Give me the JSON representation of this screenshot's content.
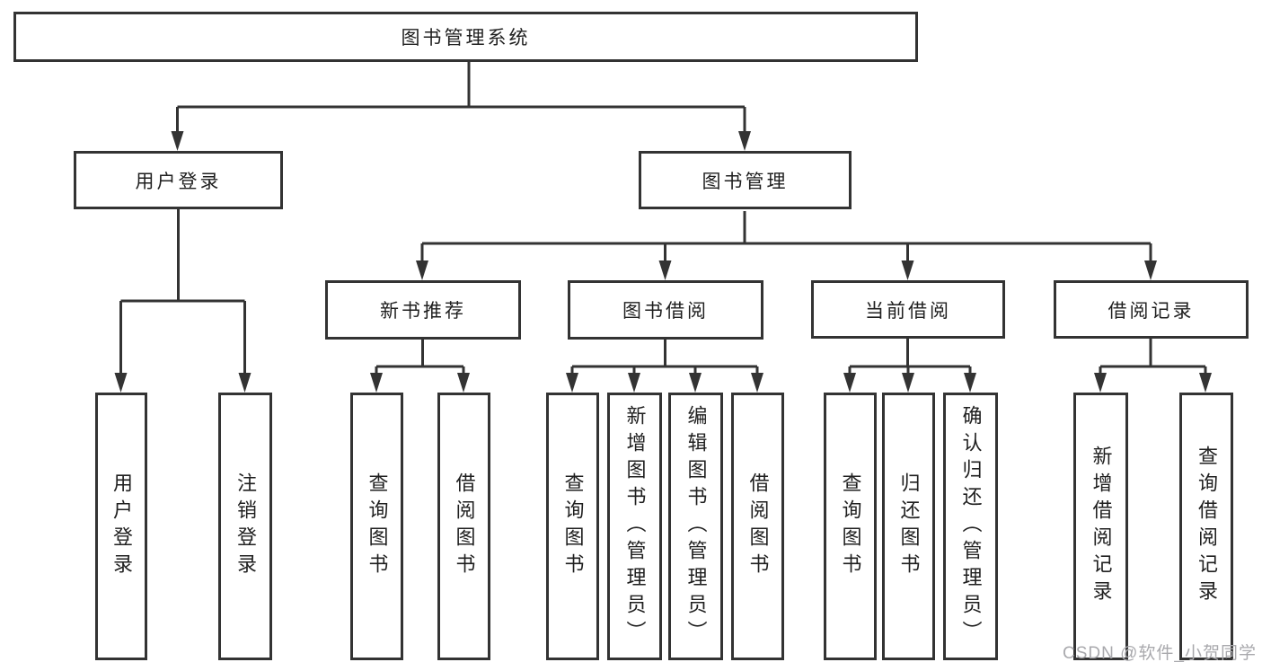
{
  "tree": {
    "label": "图书管理系统",
    "children": [
      {
        "label": "用户登录",
        "children": [
          {
            "label": "用户登录"
          },
          {
            "label": "注销登录"
          }
        ]
      },
      {
        "label": "图书管理",
        "children": [
          {
            "label": "新书推荐",
            "children": [
              {
                "label": "查询图书"
              },
              {
                "label": "借阅图书"
              }
            ]
          },
          {
            "label": "图书借阅",
            "children": [
              {
                "label": "查询图书"
              },
              {
                "label": "新增图书（管理员）"
              },
              {
                "label": "编辑图书（管理员）"
              },
              {
                "label": "借阅图书"
              }
            ]
          },
          {
            "label": "当前借阅",
            "children": [
              {
                "label": "查询图书"
              },
              {
                "label": "归还图书"
              },
              {
                "label": "确认归还（管理员）"
              }
            ]
          },
          {
            "label": "借阅记录",
            "children": [
              {
                "label": "新增借阅记录"
              },
              {
                "label": "查询借阅记录"
              }
            ]
          }
        ]
      }
    ]
  },
  "watermark": {
    "text": "CSDN @软件_小贺同学"
  },
  "colors": {
    "line": "#333333",
    "box_border": "#333333",
    "text": "#1f1f1f",
    "watermark": "#a9a9ad",
    "background": "#ffffff"
  }
}
